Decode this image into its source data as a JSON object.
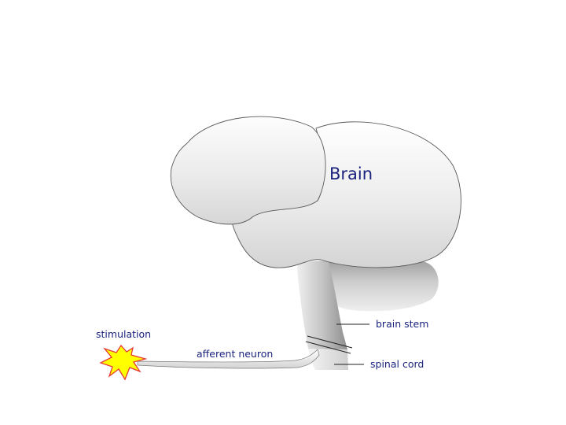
{
  "diagram": {
    "labels": {
      "brain": "Brain",
      "brain_stem": "brain stem",
      "spinal_cord": "spinal cord",
      "afferent_neuron": "afferent neuron",
      "stimulation": "stimulation"
    },
    "colors": {
      "text": "#1a237e",
      "tissue_light": "#f7f7f7",
      "tissue_dark": "#b5b5b5",
      "outline": "#555555",
      "starburst_fill": "#ffff00",
      "starburst_stroke": "#e53935"
    }
  }
}
